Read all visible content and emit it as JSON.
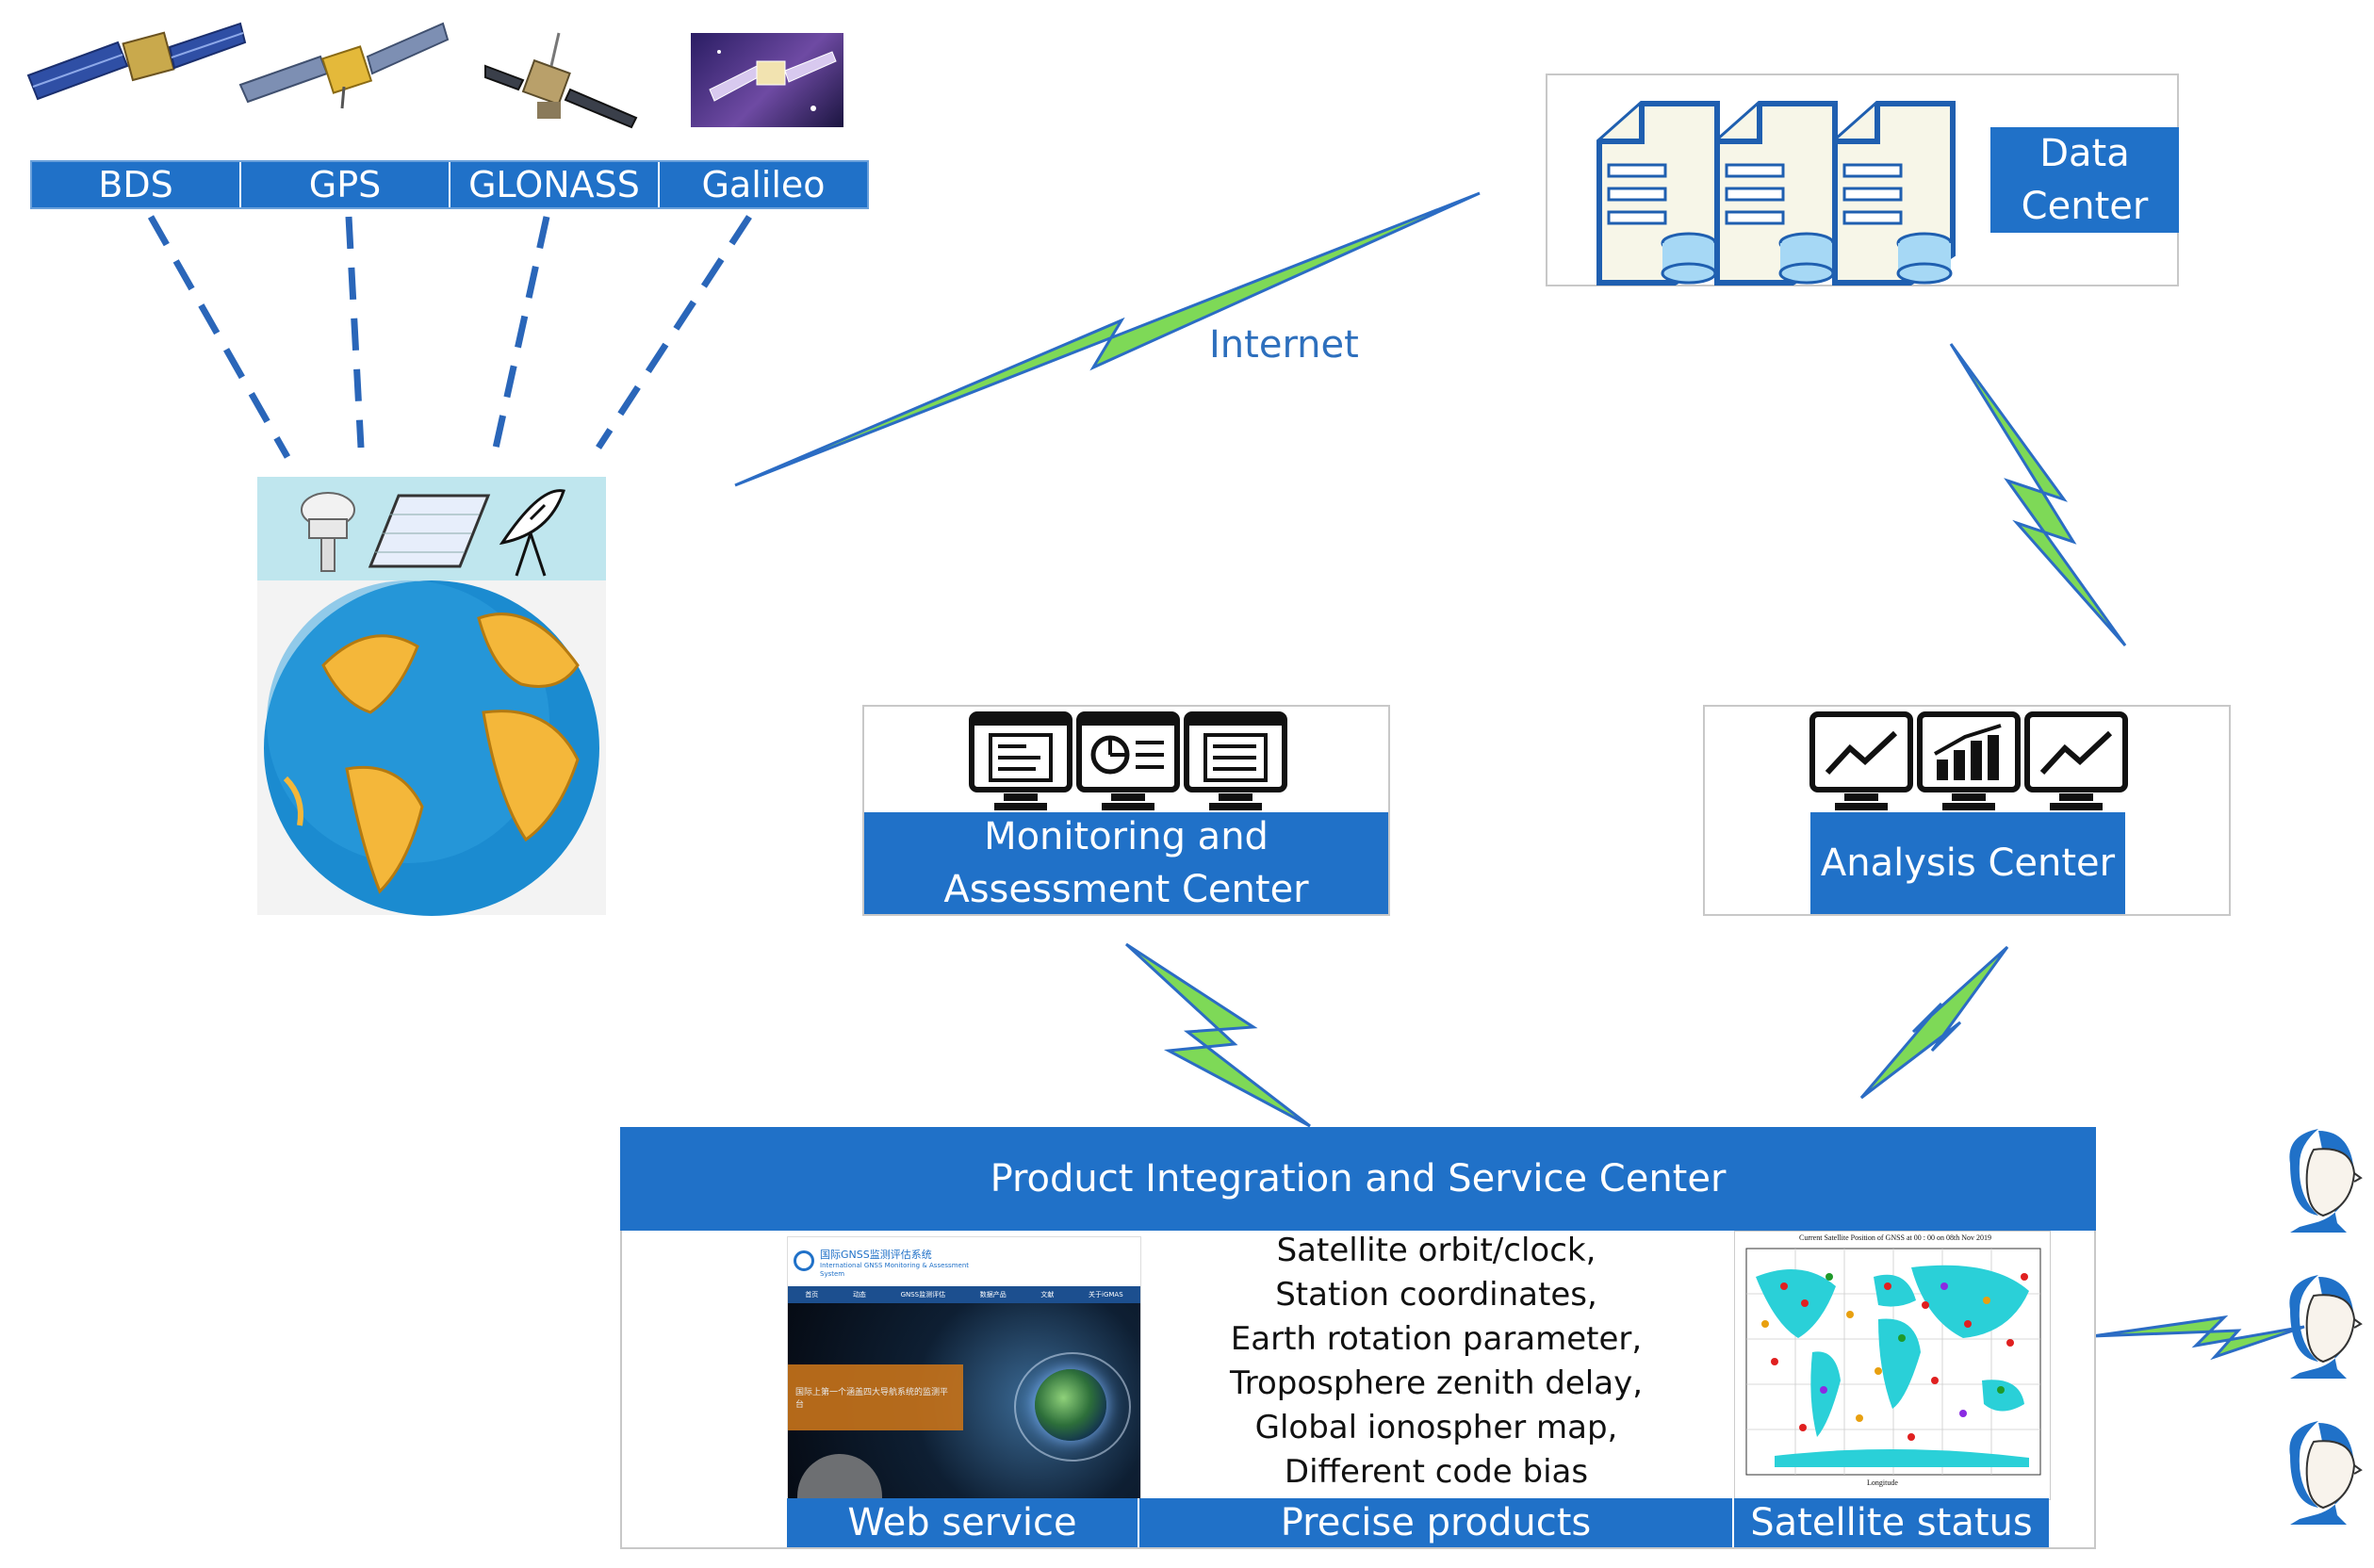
{
  "gnss_systems": [
    "BDS",
    "GPS",
    "GLONASS",
    "Galileo"
  ],
  "internet_label": "Internet",
  "data_center": {
    "label_line1": "Data",
    "label_line2": "Center"
  },
  "monitoring_center": {
    "label_line1": "Monitoring and",
    "label_line2": "Assessment Center"
  },
  "analysis_center": {
    "label": "Analysis Center"
  },
  "product_center": {
    "title": "Product Integration and Service Center",
    "products": [
      "Satellite orbit/clock,",
      "Station coordinates,",
      "Earth rotation parameter,",
      "Troposphere zenith delay,",
      "Global ionospher map,",
      "Different code bias"
    ],
    "tabs": [
      "Web service",
      "Precise products",
      "Satellite status"
    ]
  },
  "web_service_thumb": {
    "site_title": "国际GNSS监测评估系统",
    "site_subtitle": "International GNSS Monitoring & Assessment System",
    "nav_items": [
      "首页",
      "动态",
      "GNSS监测评估",
      "数据产品",
      "文献",
      "关于iGMAS"
    ],
    "banner_text": "国际上第一个涵盖四大导航系统的监测平台"
  },
  "satellite_status_thumb": {
    "map_title": "Current Satellite Position of GNSS at 00 : 00 on 08th Nov 2019",
    "xlabel": "Longitude"
  },
  "colors": {
    "accent_blue": "#2071c8",
    "lightning_green": "#7ed957",
    "lightning_blue": "#2b6cc4",
    "dashed_blue": "#2a66b9"
  }
}
